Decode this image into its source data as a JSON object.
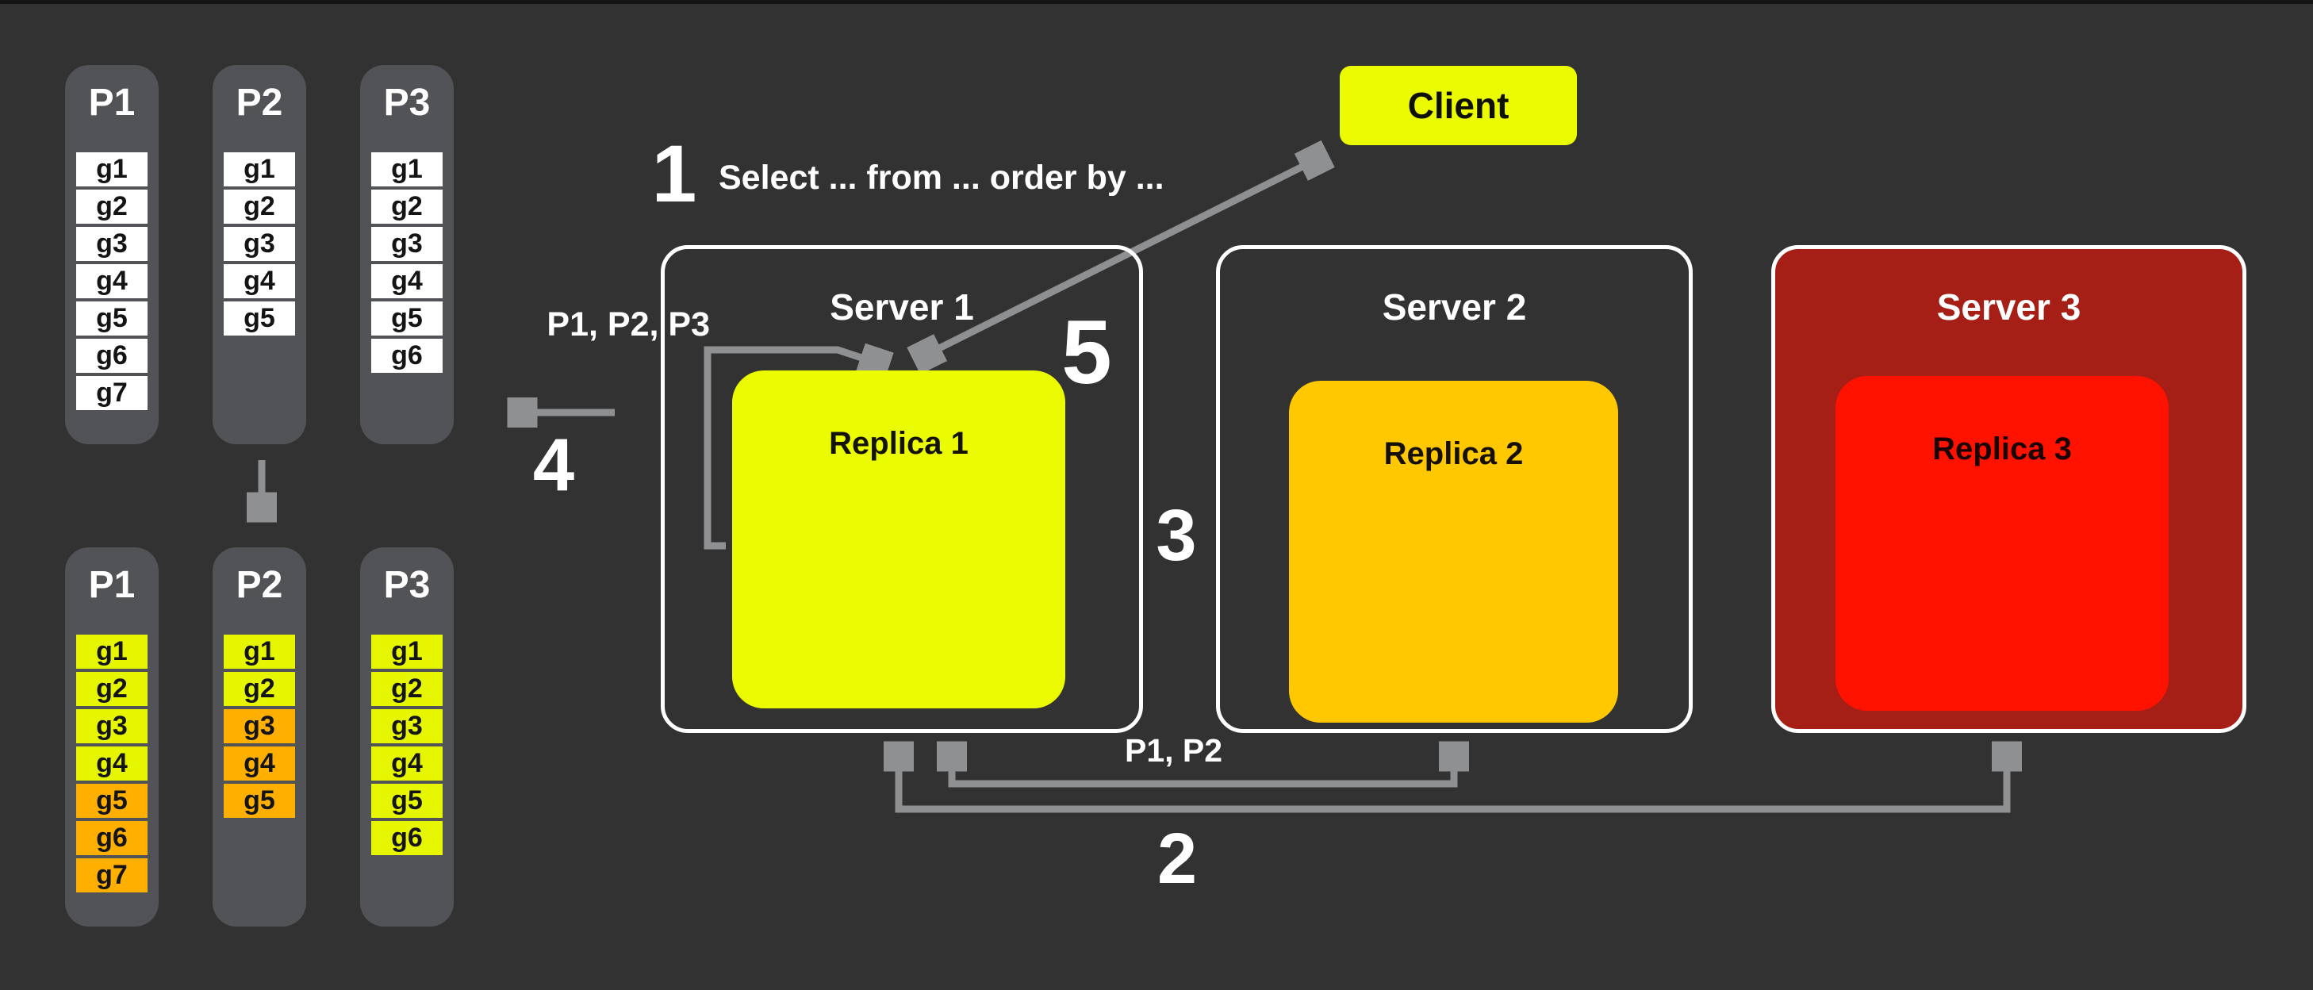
{
  "colors": {
    "canvas_bg": "#323233",
    "partition_column_bg": "#525356",
    "arrow_gray": "#8F9092",
    "bright_yellow": "#EBFC00",
    "cell_yellow": "#E6F500",
    "cell_orange": "#FFAF00",
    "replica2_amber": "#FFC800",
    "replica3_red": "#FF1200",
    "server3_dark_red": "#A61F16",
    "cell_white": "#FFFFFF",
    "text_white": "#FFFFFF",
    "text_dark": "#141414"
  },
  "client": {
    "label": "Client"
  },
  "servers": [
    {
      "title": "Server 1",
      "replica": "Replica 1"
    },
    {
      "title": "Server 2",
      "replica": "Replica 2"
    },
    {
      "title": "Server 3",
      "replica": "Replica 3"
    }
  ],
  "steps": {
    "step1": {
      "number": "1",
      "label": "Select ... from ... order by ..."
    },
    "step2": {
      "number": "2",
      "label": "P1, P2"
    },
    "step3": {
      "number": "3"
    },
    "step4": {
      "number": "4"
    },
    "step5": {
      "number": "5"
    }
  },
  "labels": {
    "partitions_all": "P1, P2, P3"
  },
  "partitions_unsorted": {
    "columns": [
      {
        "label": "P1",
        "cells": [
          {
            "label": "g1",
            "color": "white"
          },
          {
            "label": "g2",
            "color": "white"
          },
          {
            "label": "g3",
            "color": "white"
          },
          {
            "label": "g4",
            "color": "white"
          },
          {
            "label": "g5",
            "color": "white"
          },
          {
            "label": "g6",
            "color": "white"
          },
          {
            "label": "g7",
            "color": "white"
          }
        ]
      },
      {
        "label": "P2",
        "cells": [
          {
            "label": "g1",
            "color": "white"
          },
          {
            "label": "g2",
            "color": "white"
          },
          {
            "label": "g3",
            "color": "white"
          },
          {
            "label": "g4",
            "color": "white"
          },
          {
            "label": "g5",
            "color": "white"
          }
        ]
      },
      {
        "label": "P3",
        "cells": [
          {
            "label": "g1",
            "color": "white"
          },
          {
            "label": "g2",
            "color": "white"
          },
          {
            "label": "g3",
            "color": "white"
          },
          {
            "label": "g4",
            "color": "white"
          },
          {
            "label": "g5",
            "color": "white"
          },
          {
            "label": "g6",
            "color": "white"
          }
        ]
      }
    ]
  },
  "partitions_sorted": {
    "columns": [
      {
        "label": "P1",
        "cells": [
          {
            "label": "g1",
            "color": "yellow"
          },
          {
            "label": "g2",
            "color": "yellow"
          },
          {
            "label": "g3",
            "color": "yellow"
          },
          {
            "label": "g4",
            "color": "yellow"
          },
          {
            "label": "g5",
            "color": "orange"
          },
          {
            "label": "g6",
            "color": "orange"
          },
          {
            "label": "g7",
            "color": "orange"
          }
        ]
      },
      {
        "label": "P2",
        "cells": [
          {
            "label": "g1",
            "color": "yellow"
          },
          {
            "label": "g2",
            "color": "yellow"
          },
          {
            "label": "g3",
            "color": "orange"
          },
          {
            "label": "g4",
            "color": "orange"
          },
          {
            "label": "g5",
            "color": "orange"
          }
        ]
      },
      {
        "label": "P3",
        "cells": [
          {
            "label": "g1",
            "color": "yellow"
          },
          {
            "label": "g2",
            "color": "yellow"
          },
          {
            "label": "g3",
            "color": "yellow"
          },
          {
            "label": "g4",
            "color": "yellow"
          },
          {
            "label": "g5",
            "color": "yellow"
          },
          {
            "label": "g6",
            "color": "yellow"
          }
        ]
      }
    ]
  }
}
